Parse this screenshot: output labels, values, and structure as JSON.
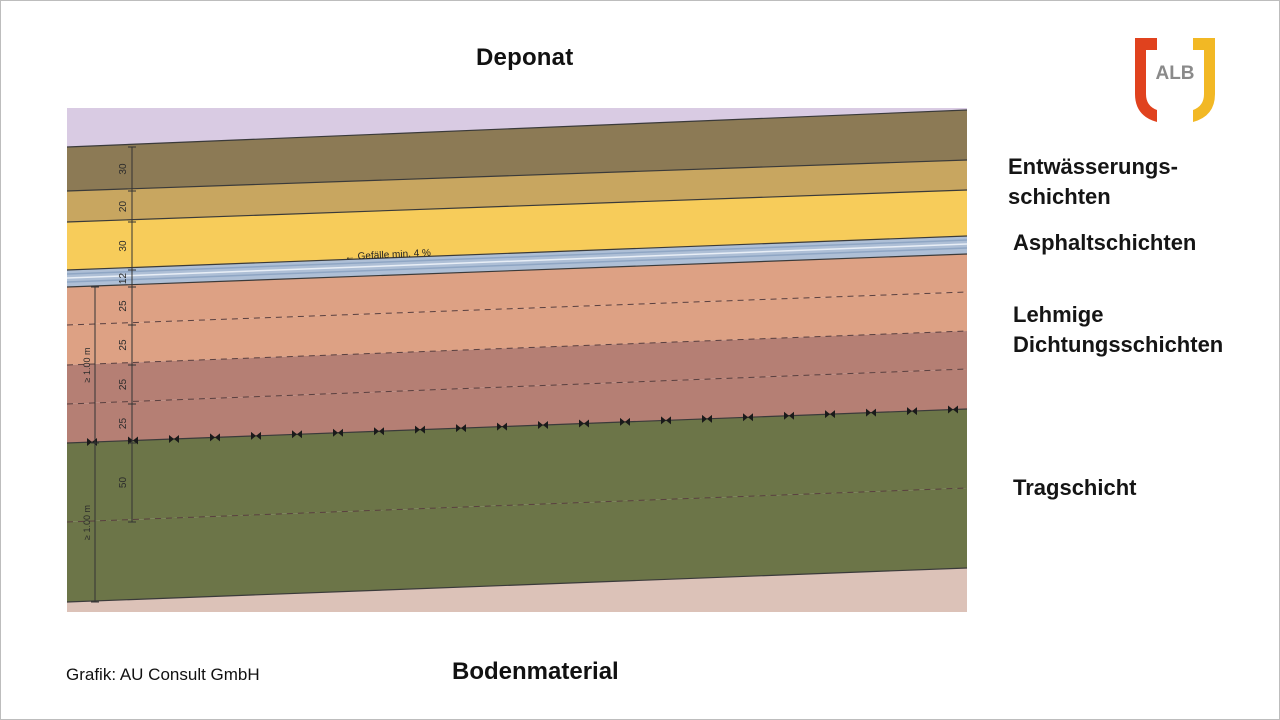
{
  "title_top": "Deponat",
  "title_bottom": "Bodenmaterial",
  "credit": "Grafik: AU Consult GmbH",
  "logo": {
    "text": "ALB",
    "color_left": "#e0421e",
    "color_right": "#f2b824"
  },
  "legend": [
    {
      "id": "entwaesserung",
      "lines": [
        "Entwässerungs-",
        "schichten"
      ]
    },
    {
      "id": "asphalt",
      "lines": [
        "Asphaltschichten"
      ]
    },
    {
      "id": "lehm",
      "lines": [
        "Lehmige",
        "Dichtungsschichten"
      ]
    },
    {
      "id": "trag",
      "lines": [
        "Tragschicht"
      ]
    }
  ],
  "diagram": {
    "slope_label": "← Gefälle min. 4 %",
    "layers": [
      {
        "name": "deponat",
        "color": "#d9cbe3",
        "thickness": ""
      },
      {
        "name": "entwaesserung-1",
        "color": "#8c7a55",
        "thickness": "30"
      },
      {
        "name": "entwaesserung-2",
        "color": "#c8a660",
        "thickness": "20"
      },
      {
        "name": "entwaesserung-3",
        "color": "#f7cc5a",
        "thickness": "30"
      },
      {
        "name": "asphalt",
        "color": "#aebfd6",
        "thickness": "12"
      },
      {
        "name": "lehm-1",
        "color": "#dda184",
        "thickness": "25"
      },
      {
        "name": "lehm-2",
        "color": "#dda184",
        "thickness": "25"
      },
      {
        "name": "lehm-3",
        "color": "#b57f74",
        "thickness": "25"
      },
      {
        "name": "lehm-4",
        "color": "#b57f74",
        "thickness": "25"
      },
      {
        "name": "trag-1",
        "color": "#6c7548",
        "thickness": "50"
      },
      {
        "name": "trag-2",
        "color": "#6c7548",
        "thickness": ""
      },
      {
        "name": "bodenmaterial",
        "color": "#dcc2b8",
        "thickness": ""
      }
    ],
    "dimension_labels": [
      "≥ 1.00 m",
      "≥ 1.00 m"
    ]
  }
}
